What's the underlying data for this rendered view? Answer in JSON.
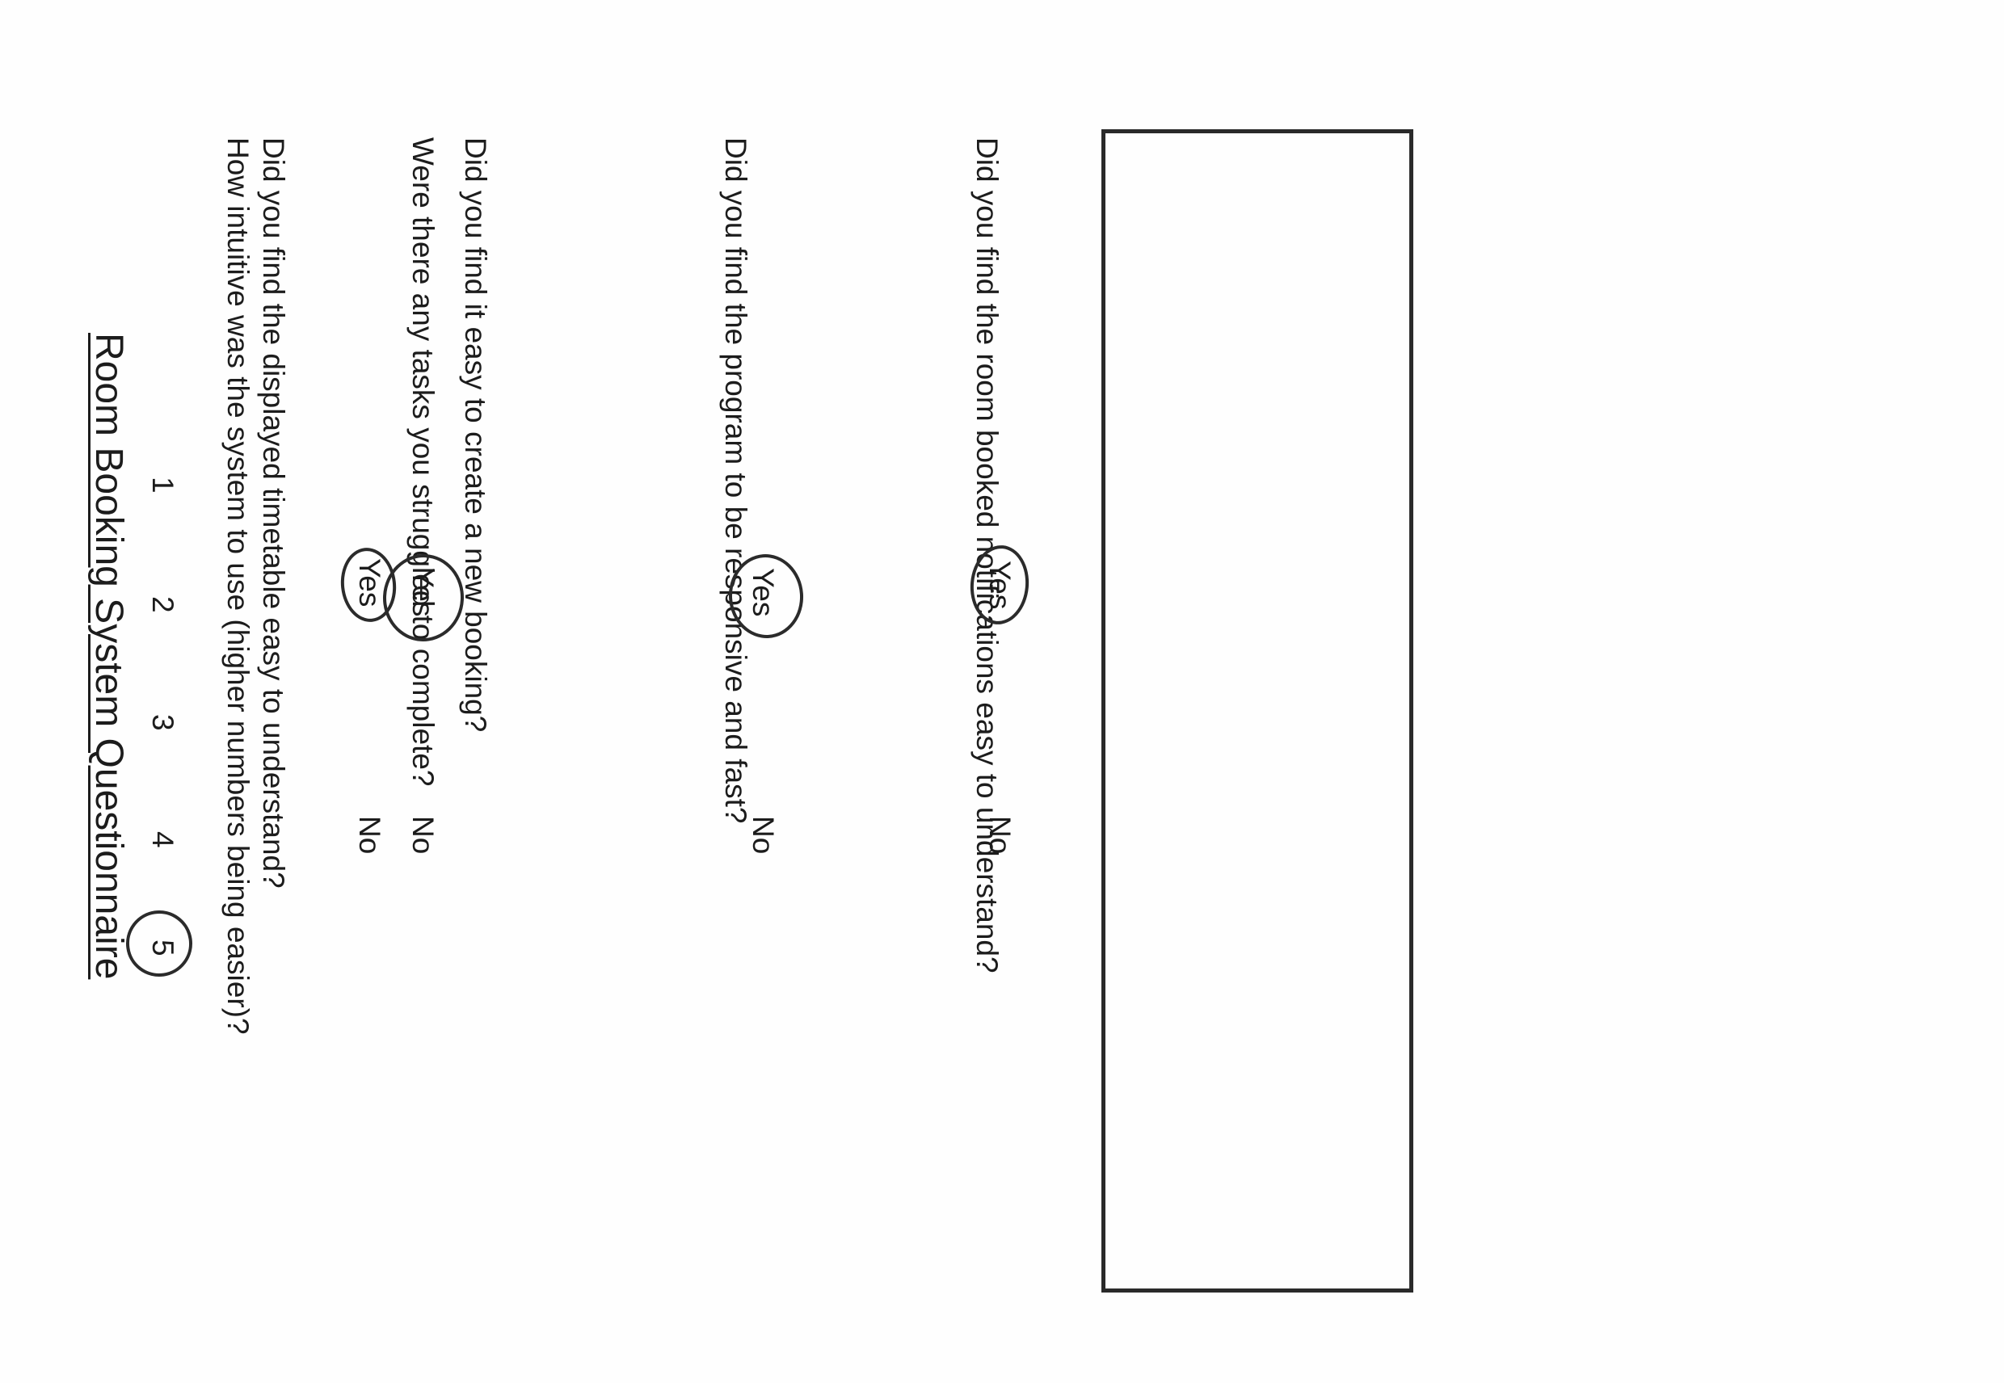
{
  "title": "Room Booking System Questionnaire",
  "questions": [
    {
      "text": "Did you find the displayed timetable easy to understand?",
      "yes": "Yes",
      "no": "No",
      "selected": "Yes"
    },
    {
      "text": "Were there any tasks you struggled to complete?",
      "answer": ""
    },
    {
      "text": "Did you find the room booked notifications easy to understand?",
      "yes": "Yes",
      "no": "No",
      "selected": "Yes"
    },
    {
      "text": "Did you find the program to be responsive and fast?",
      "yes": "Yes",
      "no": "No",
      "selected": "Yes"
    },
    {
      "text": "Did you find it easy to create a new booking?",
      "yes": "Yes",
      "no": "No",
      "selected": "Yes"
    },
    {
      "text": "How intuitive was the system to use (higher numbers being easier)?",
      "scale": [
        "1",
        "2",
        "3",
        "4",
        "5"
      ],
      "selected": "5"
    }
  ]
}
